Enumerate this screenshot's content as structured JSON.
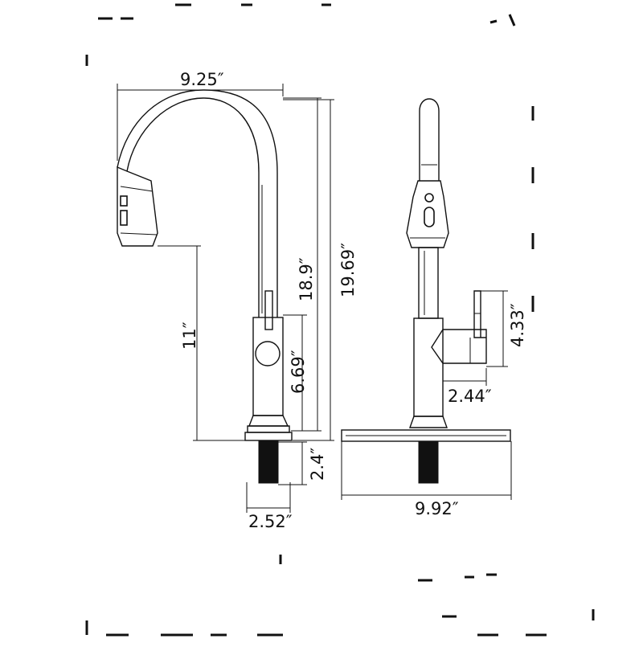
{
  "dimensions": {
    "spout_reach": "9.25″",
    "spout_height": "18.9″",
    "total_height": "19.69″",
    "deck_clearance": "11″",
    "body_height": "6.69″",
    "shank_length": "2.4″",
    "base_diameter": "2.52″",
    "handle_height": "4.33″",
    "handle_reach": "2.44″",
    "deck_plate_width": "9.92″"
  }
}
